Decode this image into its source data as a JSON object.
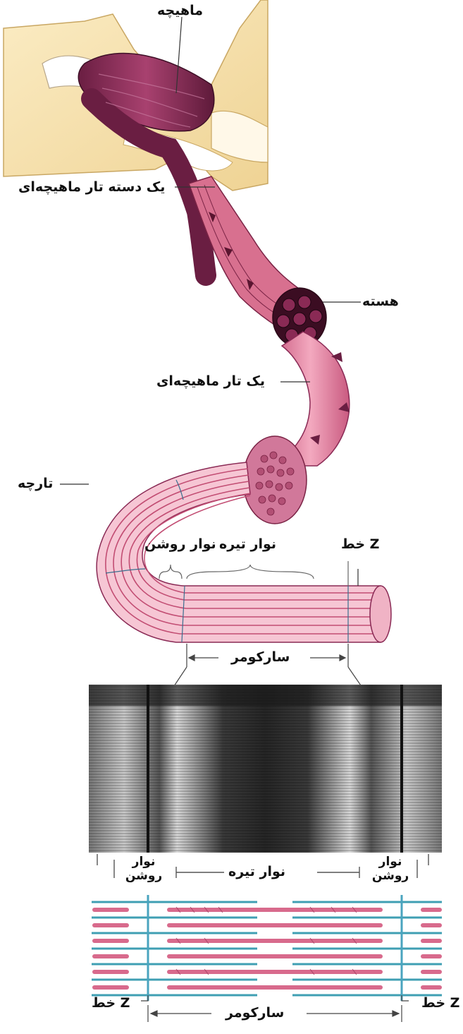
{
  "labels": {
    "muscle": "ماهیچه",
    "fiber_bundle": "یک دسته تار ماهیچه‌ای",
    "nucleus": "هسته",
    "single_fiber": "یک تار ماهیچه‌ای",
    "myofibril": "تارچه",
    "z_line_top": "خط Z",
    "dark_band_top": "نوار تیره",
    "light_band_top": "نوار روشن",
    "sarcomere_top": "سارکومر",
    "light_band_left_1": "نوار",
    "light_band_left_2": "روشن",
    "dark_band_mid": "نوار تیره",
    "light_band_right_1": "نوار",
    "light_band_right_2": "روشن",
    "z_line_left": "خط Z",
    "z_line_right": "خط Z",
    "sarcomere_bottom": "سارکومر"
  },
  "colors": {
    "skin": "#f6e2a8",
    "muscle": "#8a2a55",
    "fiber": "#e98aa5",
    "fiber_dark": "#5a1530",
    "actin": "#3f9fb3",
    "myosin": "#d86a8c",
    "z_line": "#4aa4bf"
  }
}
